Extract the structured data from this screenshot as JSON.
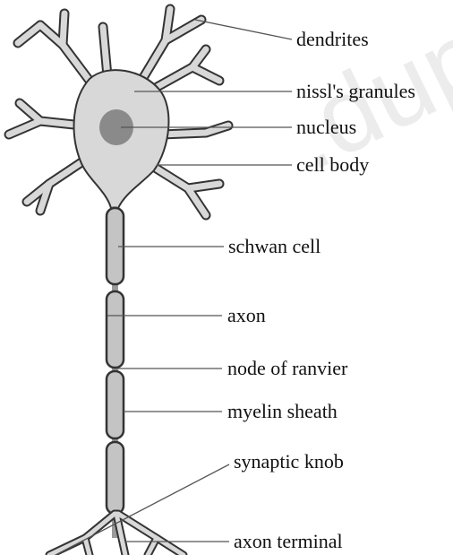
{
  "labels": {
    "dendrites": "dendrites",
    "nissl": "nissl's granules",
    "nucleus": "nucleus",
    "cell_body": "cell body",
    "schwan_cell": "schwan cell",
    "axon": "axon",
    "node_of_ranvier": "node of ranvier",
    "myelin_sheath": "myelin sheath",
    "synaptic_knob": "synaptic knob",
    "axon_terminal": "axon terminal"
  },
  "watermark": ".dup",
  "colors": {
    "cell_fill": "#d8d8d8",
    "nucleus": "#8a8a8a",
    "outline": "#333333",
    "sheath_fill": "#c4c4c4",
    "label_text": "#111111"
  }
}
